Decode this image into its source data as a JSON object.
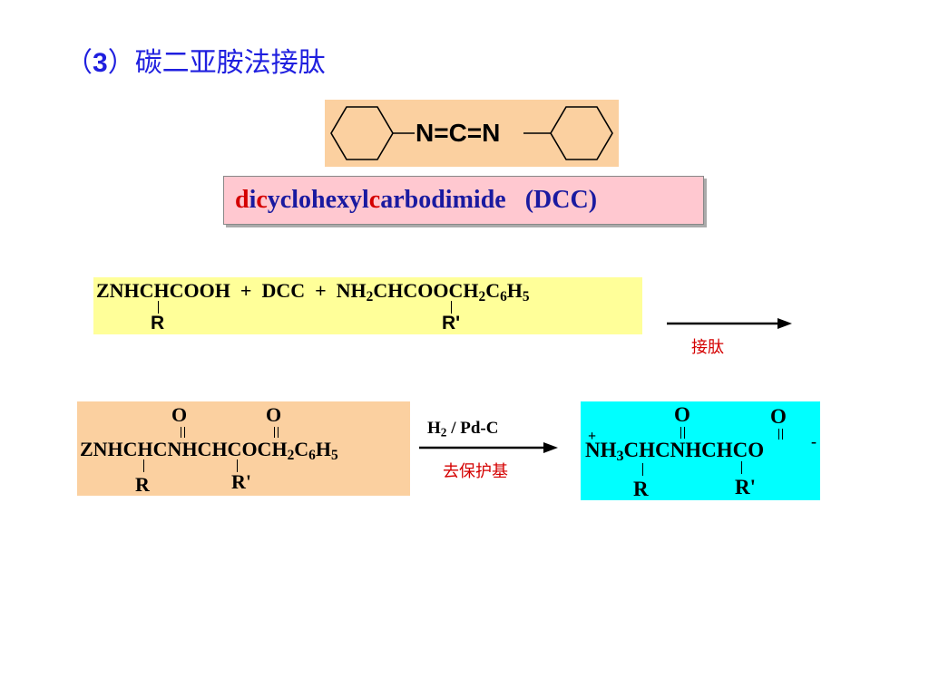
{
  "title": {
    "paren_open": "（",
    "num": "3",
    "paren_close": "）",
    "text": "碳二亚胺法接肽"
  },
  "dcc_structure": {
    "formula": "N=C=N"
  },
  "dcc_name": {
    "p1": "d",
    "p2": "i",
    "p3": "c",
    "p4": "yclohexyl",
    "p5": "c",
    "p6": "arbodimide",
    "abbrev": "(DCC)"
  },
  "reaction1": {
    "reactant_a": "ZNHCHCOOH",
    "plus1": "+",
    "reagent": "DCC",
    "plus2": "+",
    "reactant_b_prefix": "NH",
    "reactant_b_sub2": "2",
    "reactant_b_mid": "CHCOOCH",
    "reactant_b_sub2b": "2",
    "reactant_b_c": "C",
    "reactant_b_sub6": "6",
    "reactant_b_h": "H",
    "reactant_b_sub5": "5",
    "sub_r": "R",
    "sub_r2": "R'",
    "arrow_label": "接肽"
  },
  "product": {
    "o1": "O",
    "o2": "O",
    "main": "ZNHCHCNHCHCOCH",
    "sub2": "2",
    "c": "C",
    "sub6": "6",
    "h": "H",
    "sub5": "5",
    "sub_r": "R",
    "sub_r2": "R'"
  },
  "reaction2": {
    "reagent_h": "H",
    "reagent_sub2": "2",
    "reagent_rest": " / Pd-C",
    "label": "去保护基"
  },
  "final": {
    "plus": "+",
    "o1": "O",
    "o2": "O",
    "nh": "NH",
    "sub3": "3",
    "main": "CHCNHCHCO",
    "minus": "-",
    "sub_r": "R",
    "sub_r2": "R'"
  }
}
